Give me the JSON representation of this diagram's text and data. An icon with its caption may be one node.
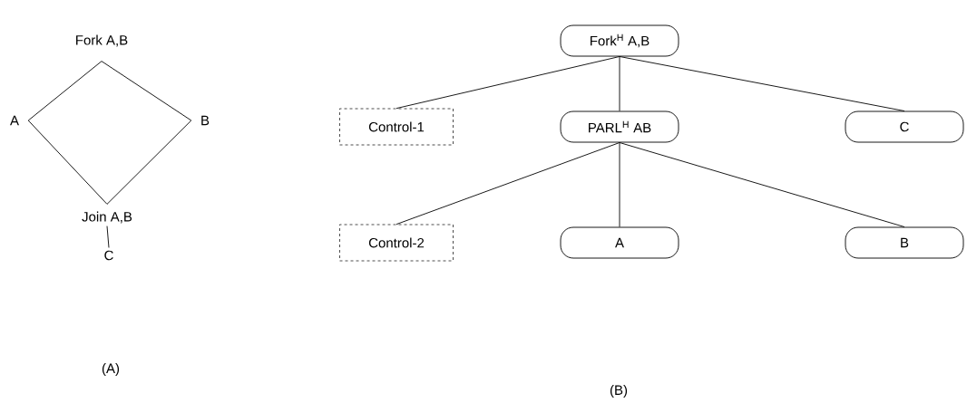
{
  "diagram": {
    "nodes": [
      {
        "text": [
          "Fork A,B"
        ]
      },
      {
        "text": [
          "A"
        ]
      },
      {
        "text": [
          "B"
        ]
      },
      {
        "text": [
          "Join A,B"
        ]
      },
      {
        "text": [
          "C"
        ]
      },
      {
        "text": [
          "Fork$^{H}$ A,B"
        ]
      },
      {
        "text": [
          "Control-1"
        ]
      },
      {
        "text": [
          "PARL$^{H}$ AB"
        ]
      },
      {
        "text": [
          "C"
        ]
      },
      {
        "text": [
          "Control-2"
        ]
      },
      {
        "text": [
          "A"
        ]
      },
      {
        "text": [
          "B"
        ]
      }
    ],
    "edges": [
      {
        "from": 0,
        "to": 1,
        "arrow": "none"
      },
      {
        "from": 0,
        "to": 2,
        "arrow": "none"
      },
      {
        "from": 1,
        "to": 3,
        "arrow": "none"
      },
      {
        "from": 2,
        "to": 3,
        "arrow": "none"
      },
      {
        "from": 3,
        "to": 4,
        "arrow": "none"
      },
      {
        "from": 5,
        "to": 6,
        "arrow": "none"
      },
      {
        "from": 5,
        "to": 7,
        "arrow": "none"
      },
      {
        "from": 5,
        "to": 8,
        "arrow": "none"
      },
      {
        "from": 7,
        "to": 9,
        "arrow": "none"
      },
      {
        "from": 7,
        "to": 10,
        "arrow": "none"
      },
      {
        "from": 7,
        "to": 11,
        "arrow": "none"
      }
    ],
    "labels": [
      "(A)",
      "(B)"
    ]
  }
}
